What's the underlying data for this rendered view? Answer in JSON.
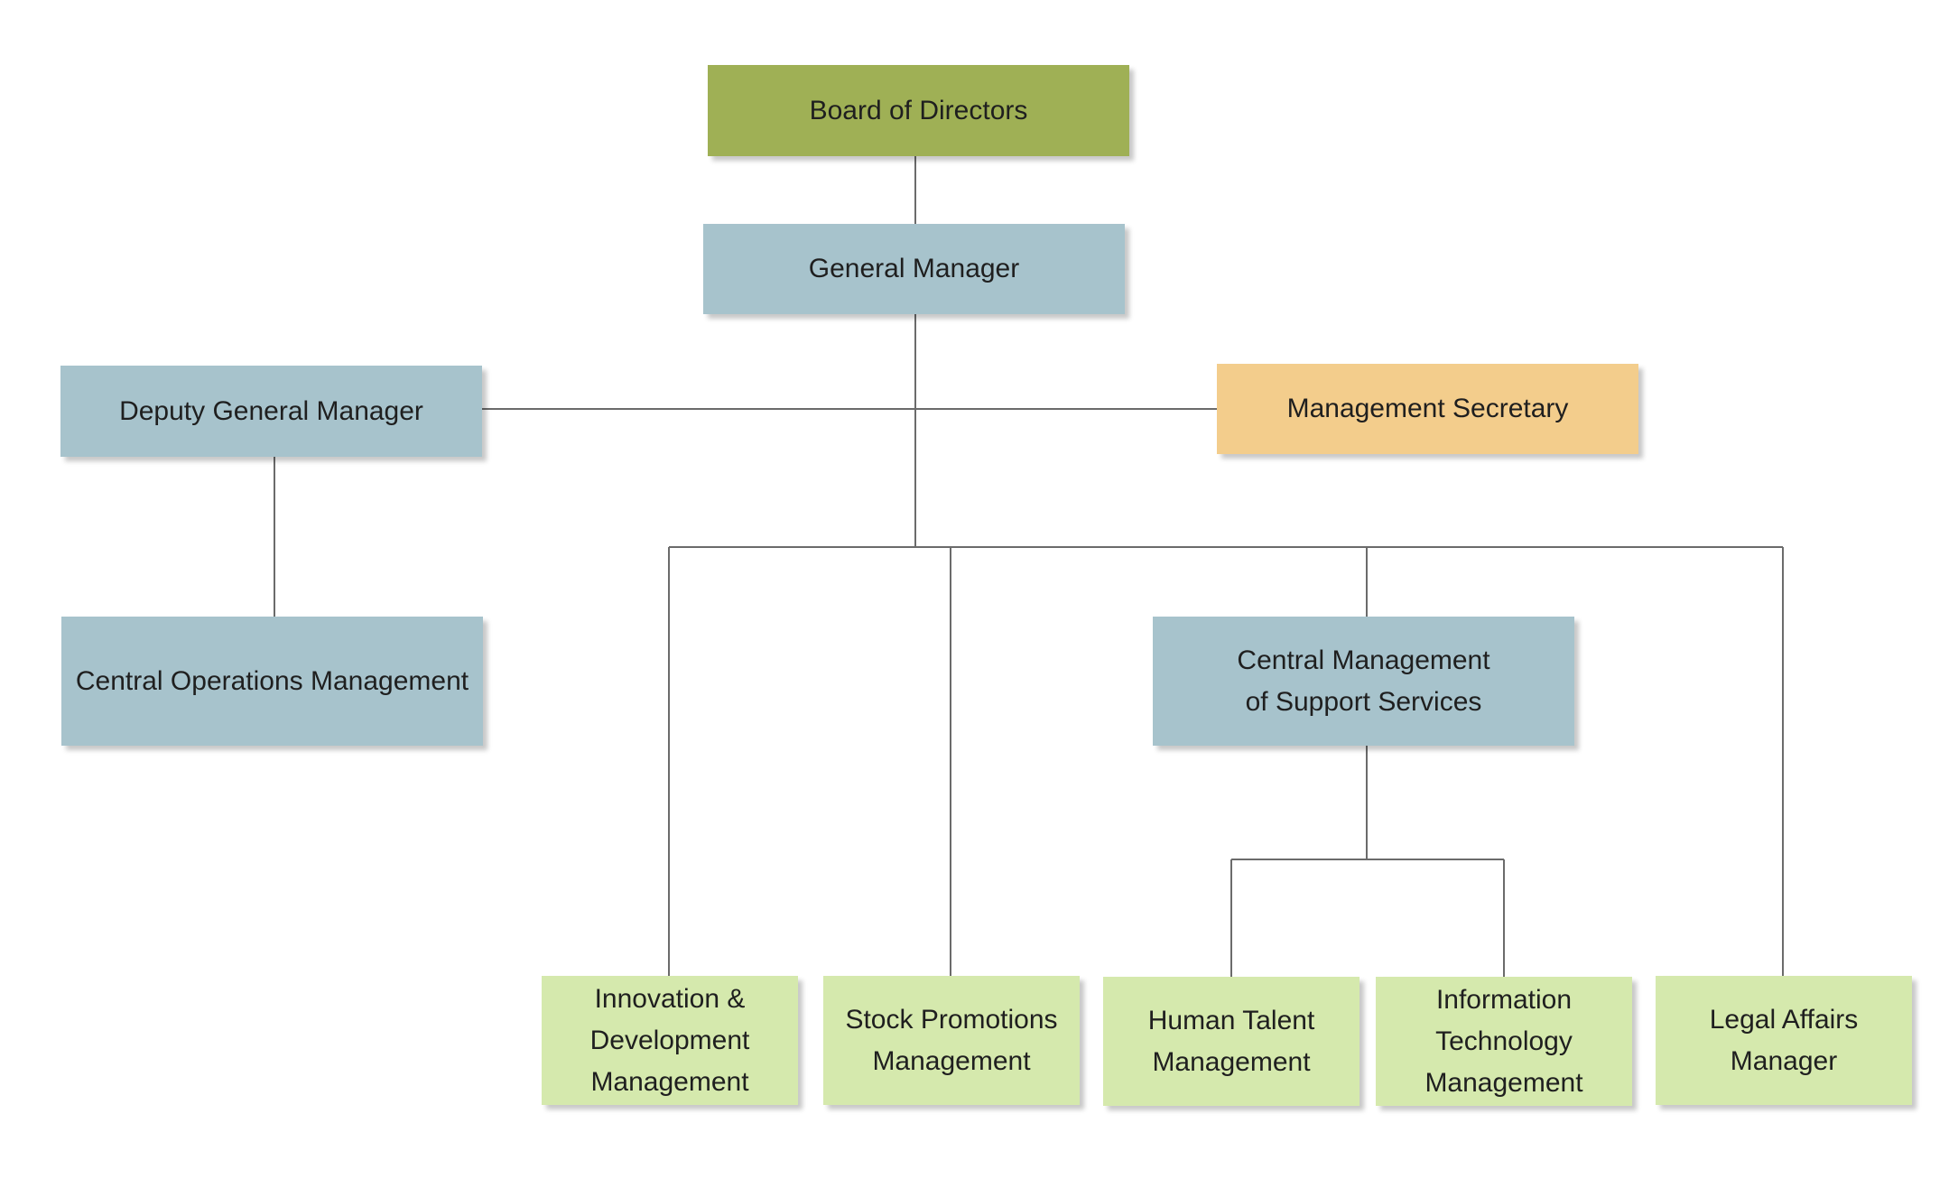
{
  "nodes": {
    "board": {
      "label": "Board of Directors",
      "color": "#9fb055"
    },
    "general_manager": {
      "label": "General Manager",
      "color": "#a7c3cc"
    },
    "deputy_general_manager": {
      "label": "Deputy General Manager",
      "color": "#a7c3cc"
    },
    "management_secretary": {
      "label": "Management Secretary",
      "color": "#f3cd8c"
    },
    "central_operations": {
      "label": "Central Operations Management",
      "color": "#a7c3cc"
    },
    "central_support": {
      "label": "Central Management\nof Support Services",
      "color": "#a7c3cc"
    },
    "innovation": {
      "label": "Innovation &\nDevelopment\nManagement",
      "color": "#d5e9ad"
    },
    "stock_promotions": {
      "label": "Stock Promotions\nManagement",
      "color": "#d5e9ad"
    },
    "human_talent": {
      "label": "Human Talent\nManagement",
      "color": "#d5e9ad"
    },
    "information_technology": {
      "label": "Information\nTechnology\nManagement",
      "color": "#d5e9ad"
    },
    "legal_affairs": {
      "label": "Legal Affairs\nManager",
      "color": "#d5e9ad"
    }
  },
  "edges": [
    [
      "board",
      "general_manager"
    ],
    [
      "general_manager",
      "deputy_general_manager"
    ],
    [
      "general_manager",
      "management_secretary"
    ],
    [
      "deputy_general_manager",
      "central_operations"
    ],
    [
      "general_manager",
      "innovation"
    ],
    [
      "general_manager",
      "stock_promotions"
    ],
    [
      "general_manager",
      "central_support"
    ],
    [
      "general_manager",
      "legal_affairs"
    ],
    [
      "central_support",
      "human_talent"
    ],
    [
      "central_support",
      "information_technology"
    ]
  ],
  "colors": {
    "connector": "#6b6b6b",
    "text": "#1f1f1f"
  }
}
